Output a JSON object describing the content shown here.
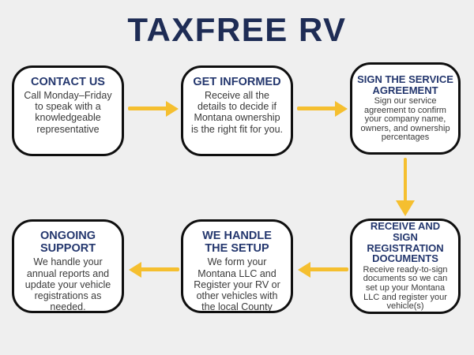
{
  "title": "TAXFREE RV",
  "colors": {
    "background": "#efefef",
    "box_bg": "#ffffff",
    "box_border": "#0f0f0f",
    "title_navy": "#1e2c55",
    "header_navy": "#24376e",
    "body_text": "#3a3a3a",
    "arrow_yellow": "#f5bf2f"
  },
  "steps": [
    {
      "title": "CONTACT US",
      "description": "Call Monday–Friday to speak with a knowledgeable representative"
    },
    {
      "title": "GET INFORMED",
      "description": "Receive all the details to decide if Montana ownership is the right fit for you."
    },
    {
      "title": "SIGN THE SERVICE AGREEMENT",
      "description": "Sign our service agreement to confirm your company name, owners, and ownership percentages"
    },
    {
      "title": "RECEIVE AND SIGN REGISTRATION DOCUMENTS",
      "description": "Receive ready-to-sign documents so we can set up your Montana LLC and register your vehicle(s)"
    },
    {
      "title": "WE HANDLE THE SETUP",
      "description": "We form your Montana LLC and Register your RV or other vehicles with the local County Treasurer"
    },
    {
      "title": "ONGOING SUPPORT",
      "description": "We handle your annual reports and update your vehicle registrations as needed."
    }
  ]
}
